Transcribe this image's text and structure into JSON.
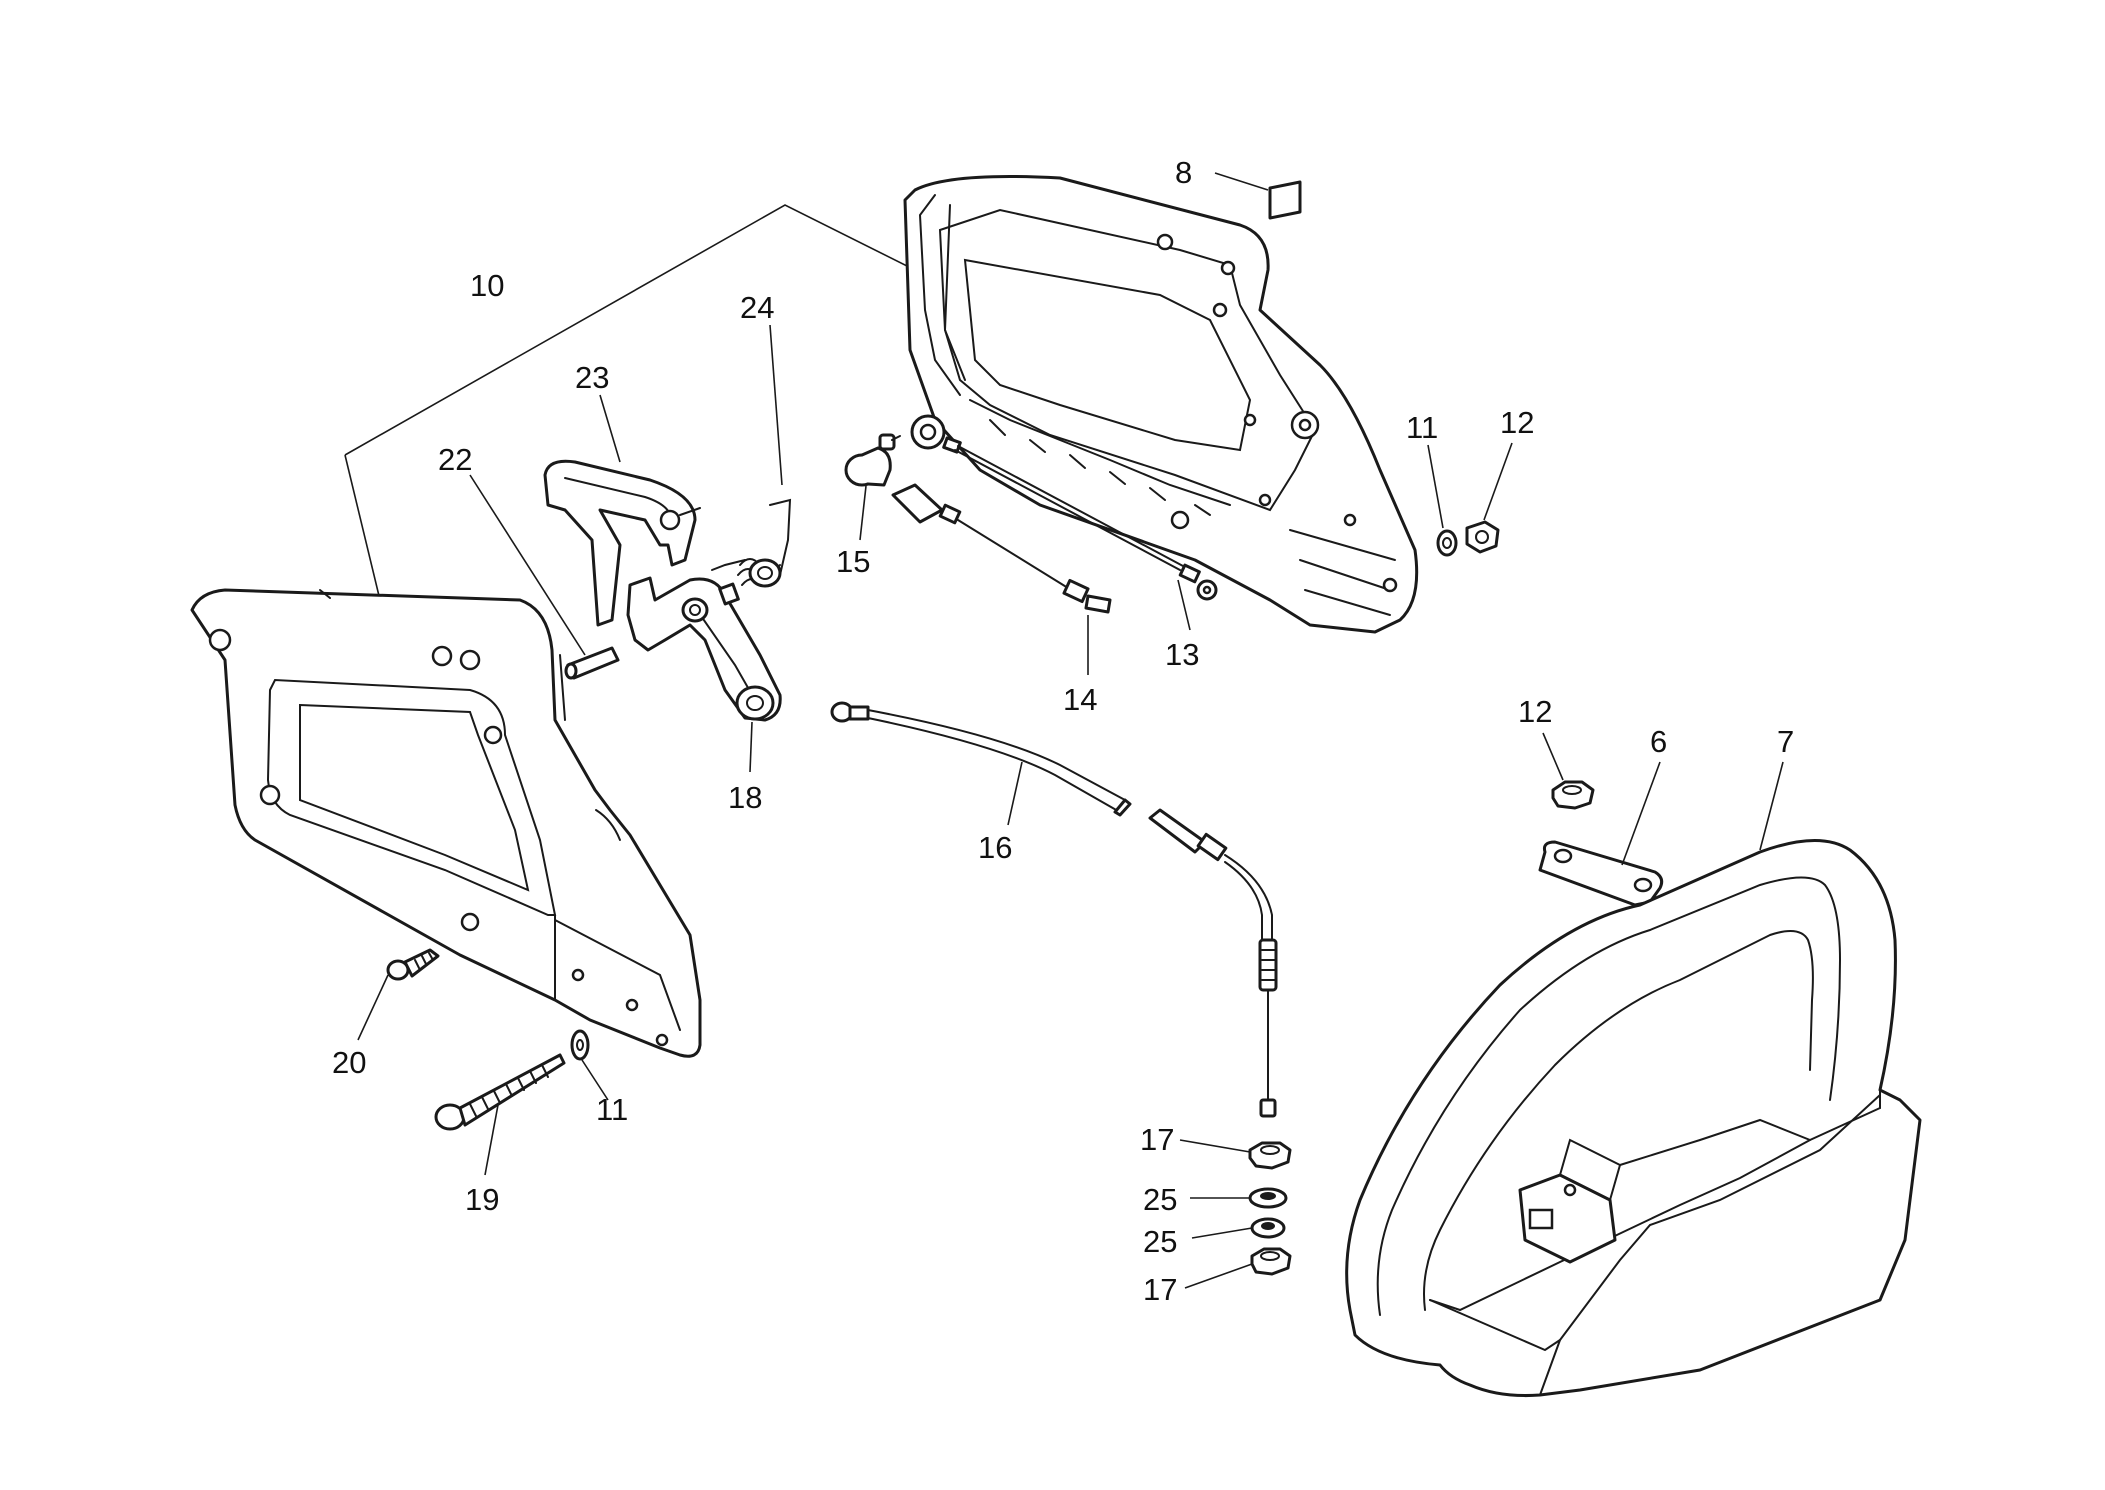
{
  "callouts": [
    {
      "id": "c8",
      "text": "8"
    },
    {
      "id": "c10",
      "text": "10"
    },
    {
      "id": "c24",
      "text": "24"
    },
    {
      "id": "c23",
      "text": "23"
    },
    {
      "id": "c22",
      "text": "22"
    },
    {
      "id": "c11a",
      "text": "11"
    },
    {
      "id": "c12a",
      "text": "12"
    },
    {
      "id": "c15",
      "text": "15"
    },
    {
      "id": "c13",
      "text": "13"
    },
    {
      "id": "c14",
      "text": "14"
    },
    {
      "id": "c18",
      "text": "18"
    },
    {
      "id": "c16",
      "text": "16"
    },
    {
      "id": "c12b",
      "text": "12"
    },
    {
      "id": "c6",
      "text": "6"
    },
    {
      "id": "c7",
      "text": "7"
    },
    {
      "id": "c20",
      "text": "20"
    },
    {
      "id": "c11b",
      "text": "11"
    },
    {
      "id": "c19",
      "text": "19"
    },
    {
      "id": "c17a",
      "text": "17"
    },
    {
      "id": "c25a",
      "text": "25"
    },
    {
      "id": "c25b",
      "text": "25"
    },
    {
      "id": "c17b",
      "text": "17"
    }
  ]
}
